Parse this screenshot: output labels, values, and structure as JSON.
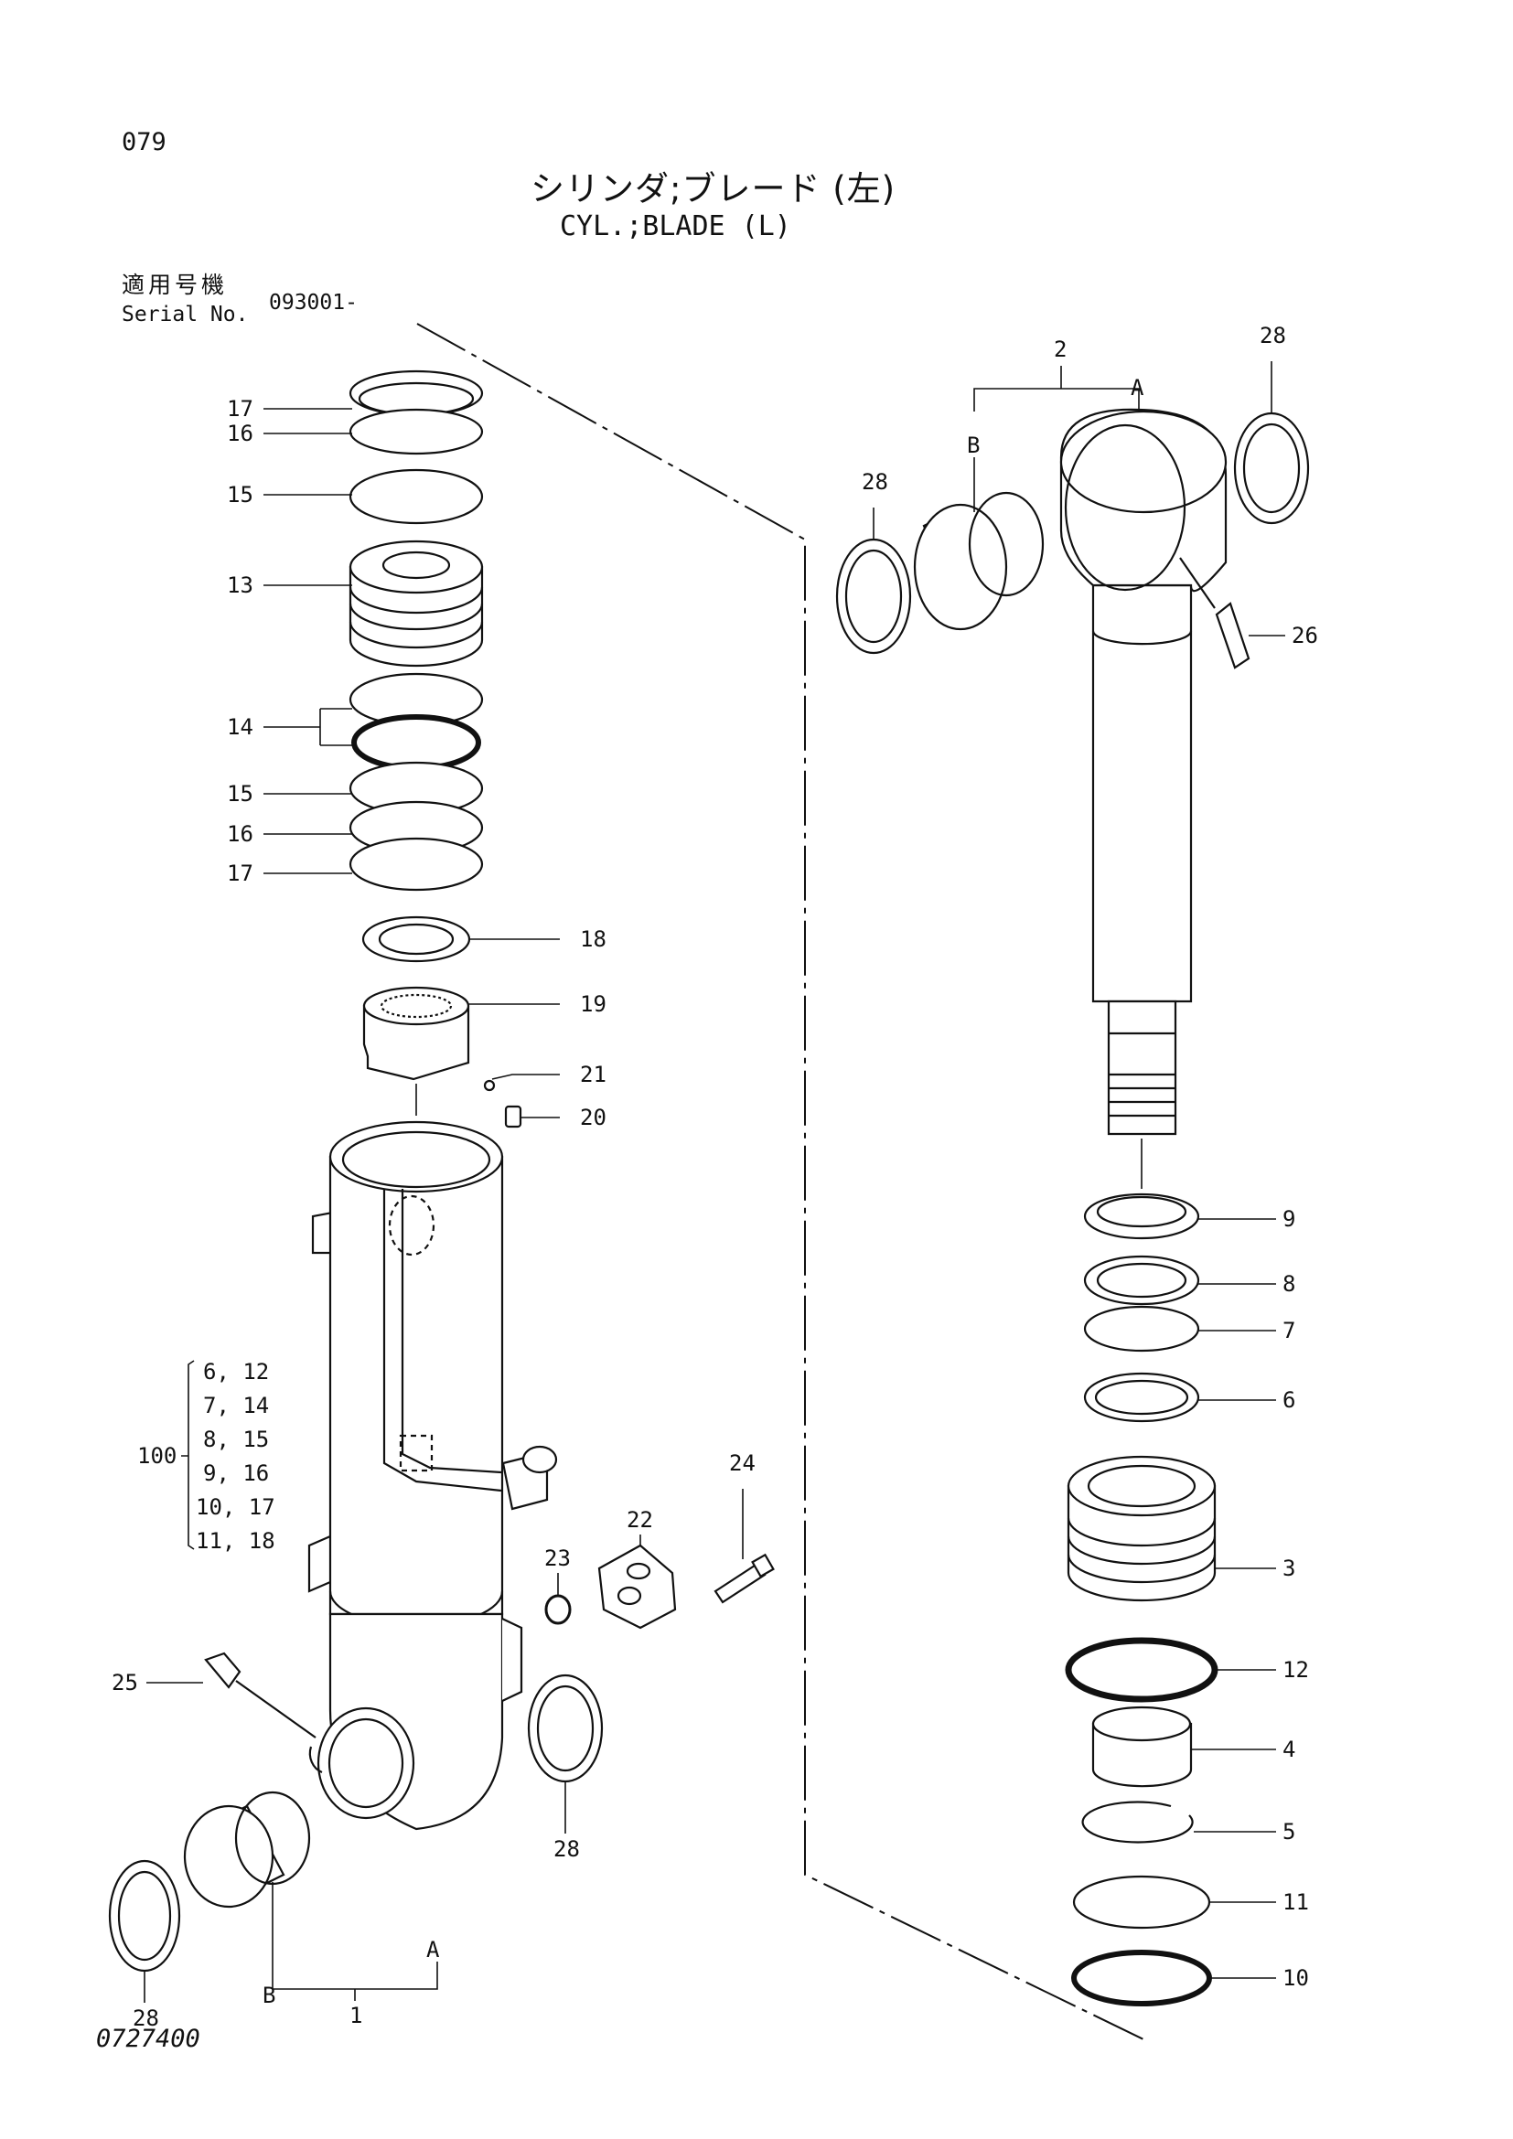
{
  "page": {
    "number": "079",
    "drawing_code": "0727400"
  },
  "title": {
    "jp": "シリンダ;ブレード (左)",
    "en": "CYL.;BLADE (L)"
  },
  "serial": {
    "label_jp": "適用号機",
    "label_en": "Serial No.",
    "value": "093001-"
  },
  "callouts": {
    "c1": "1",
    "c2": "2",
    "c3": "3",
    "c4": "4",
    "c5": "5",
    "c6": "6",
    "c7": "7",
    "c8": "8",
    "c9": "9",
    "c10": "10",
    "c11": "11",
    "c12": "12",
    "c13": "13",
    "c14": "14",
    "c15a": "15",
    "c15b": "15",
    "c16a": "16",
    "c16b": "16",
    "c17a": "17",
    "c17b": "17",
    "c18": "18",
    "c19": "19",
    "c20": "20",
    "c21": "21",
    "c22": "22",
    "c23": "23",
    "c24": "24",
    "c25": "25",
    "c26": "26",
    "c28a": "28",
    "c28b": "28",
    "c28c": "28",
    "c28d": "28",
    "A1": "A",
    "B1": "B",
    "A2": "A",
    "B2": "B"
  },
  "kit": {
    "number": "100",
    "items": [
      "6, 12",
      "7, 14",
      "8, 15",
      "9, 16",
      "10, 17",
      "11, 18"
    ]
  }
}
